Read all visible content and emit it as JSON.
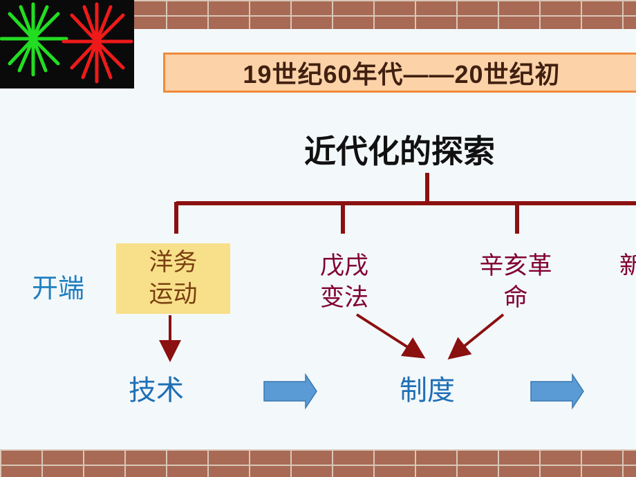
{
  "banner": {
    "text": "19世纪60年代——20世纪初"
  },
  "title": "近代化的探索",
  "row_label": "开端",
  "nodes": {
    "yangwu": {
      "line1": "洋务",
      "line2": "运动"
    },
    "wuxu": {
      "line1": "戊戌",
      "line2": "变法"
    },
    "xinhai": {
      "line1": "辛亥革",
      "line2": "命"
    },
    "partial": "新"
  },
  "levels": {
    "technology": "技术",
    "institution": "制度"
  },
  "colors": {
    "tree_line": "#8b1010",
    "arrow_block": "#5b9bd5",
    "banner_fill": "#fcd2a8",
    "banner_border": "#f08a3a",
    "highlight_box": "#f8e08a"
  }
}
